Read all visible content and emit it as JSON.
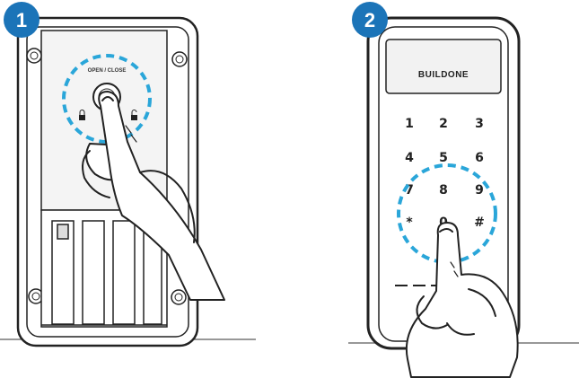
{
  "steps": [
    {
      "number": "1",
      "device_label": "OPEN / CLOSE",
      "icons": [
        "lock-closed-icon",
        "lock-open-icon"
      ]
    },
    {
      "number": "2",
      "brand": "BUILDONE",
      "keypad": [
        "1",
        "2",
        "3",
        "4",
        "5",
        "6",
        "7",
        "8",
        "9",
        "*",
        "0",
        "#"
      ]
    }
  ],
  "colors": {
    "badge": "#1b74b8",
    "highlight_ring": "#2aa6d9",
    "line": "#222222"
  }
}
